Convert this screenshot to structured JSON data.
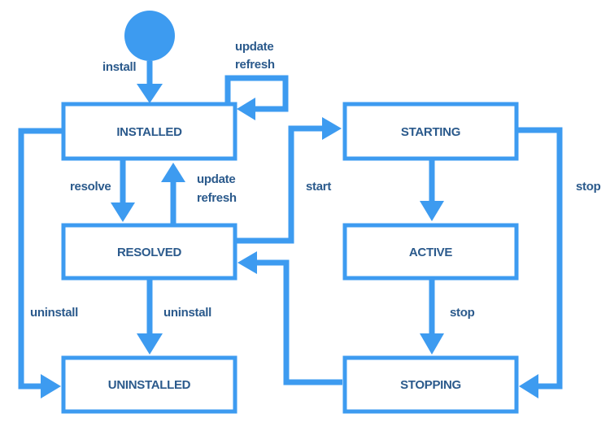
{
  "colors": {
    "accent": "#3d9bf0",
    "text": "#2b5a8c"
  },
  "states": {
    "installed": "INSTALLED",
    "resolved": "RESOLVED",
    "uninstalled": "UNINSTALLED",
    "starting": "STARTING",
    "active": "ACTIVE",
    "stopping": "STOPPING"
  },
  "transitions": {
    "install": "install",
    "self_update": "update",
    "self_refresh": "refresh",
    "resolve": "resolve",
    "back_update": "update",
    "back_refresh": "refresh",
    "start": "start",
    "stop_right": "stop",
    "stop_mid": "stop",
    "uninstall_left": "uninstall",
    "uninstall_mid": "uninstall"
  }
}
